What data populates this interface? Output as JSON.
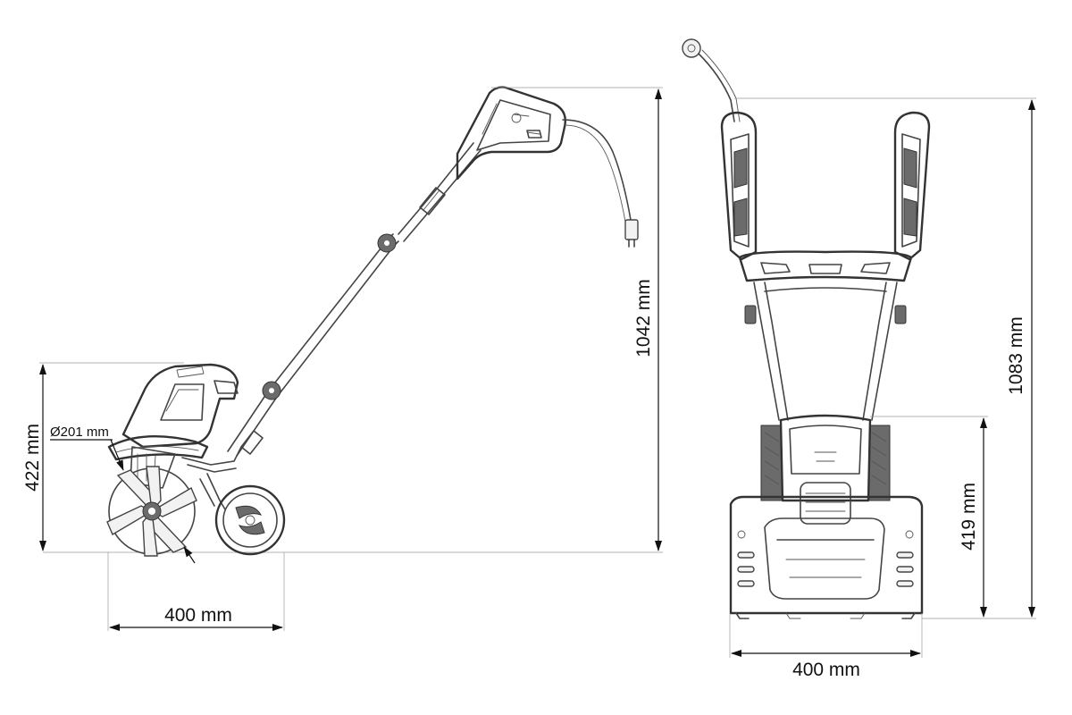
{
  "dimensions": {
    "side_view": {
      "height_total": "1042 mm",
      "body_height": "422 mm",
      "tine_diameter": "Ø201 mm",
      "width": "400 mm"
    },
    "front_view": {
      "height_total": "1083 mm",
      "body_height": "419 mm",
      "width": "400 mm"
    }
  }
}
